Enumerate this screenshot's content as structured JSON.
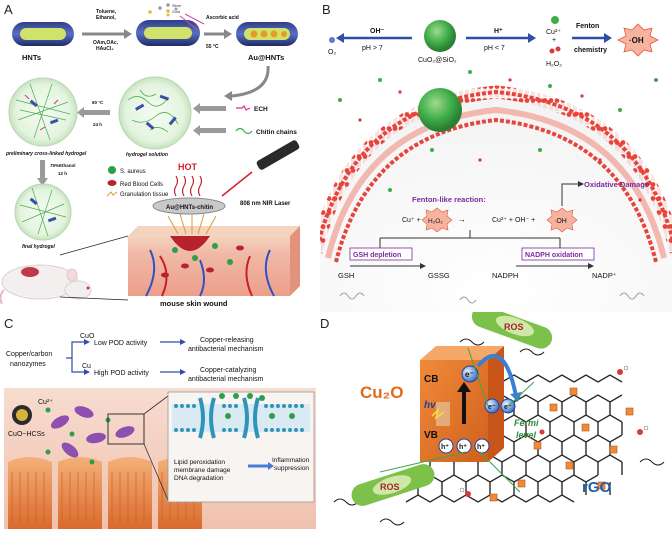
{
  "panels": {
    "a": {
      "label": "A",
      "reagents_1": [
        "Toluene,",
        "Ethanol,",
        "OAm,OAc,",
        "HAuCl₄"
      ],
      "reagents_2": [
        "Ascorbic acid",
        "55 °C"
      ],
      "legend_top": [
        "Silver",
        "Gold"
      ],
      "hnts": "HNTs",
      "au_hnts": "Au@HNTs",
      "cond_1": [
        "60 °C",
        "24 h"
      ],
      "cond_2": [
        "75%Ethanol",
        "12 h"
      ],
      "preliminary": "preliminary cross-linked hydrogel",
      "hydrogel_solution": "hydrogel solution",
      "final": "final hydrogel",
      "ech": "ECH",
      "chitin": "Chitin chains",
      "legend": [
        "S. aureus",
        "Red Blood Cells",
        "Granulation tissue"
      ],
      "hot": "HOT",
      "au_chitin": "Au@HNTs-chitin",
      "laser": "808 nm NIR Laser",
      "wound": "mouse skin wound"
    },
    "b": {
      "label": "B",
      "oh_minus": "OH⁻",
      "ph_gt": "pH > 7",
      "h_plus": "H⁺",
      "ph_lt": "pH < 7",
      "fenton": [
        "Fenton",
        "chemistry"
      ],
      "o2": "O₂",
      "cuo2": "CuO₂@SiO₂",
      "cu2": "Cu²⁺",
      "plus": "+",
      "h2o2": "H₂O₂",
      "oh_rad": "·OH",
      "oxidative": "Oxidative Damage",
      "fenton_like": "Fenton-like reaction:",
      "eq_cu": "Cu⁺ +",
      "eq_h2o2": "H₂O₂",
      "eq_arrow": "→",
      "eq_right": "Cu²⁺ + OH⁻ +",
      "eq_oh": "·OH",
      "gsh_depletion": "GSH depletion",
      "nadph_oxidation": "NADPH oxidation",
      "gsh": "GSH",
      "gssg": "GSSG",
      "nadph": "NADPH",
      "nadp": "NADP⁺"
    },
    "c": {
      "label": "C",
      "root": [
        "Copper/carbon",
        "nanozymes"
      ],
      "cuo": "CuO",
      "low": "Low POD activity",
      "low_mech": [
        "Copper-releasing",
        "antibacterial mechanism"
      ],
      "cu": "Cu",
      "high": "High POD activity",
      "high_mech": [
        "Copper-catalyzing",
        "antibacterial mechanism"
      ],
      "cu2plus": "Cu²⁺",
      "hcss": "CuO~HCSs",
      "damage": [
        "Lipid peroxidation",
        "membrane damage",
        "DNA degradation"
      ],
      "inflammation": [
        "Inflammation",
        "suppression"
      ]
    },
    "d": {
      "label": "D",
      "cu2o": "Cu₂O",
      "cb": "CB",
      "vb": "VB",
      "hv": "hv",
      "e": "e⁻",
      "h": "h⁺",
      "ros": "ROS",
      "fermi": [
        "Fermi",
        "level"
      ],
      "rgo": "rGO"
    }
  },
  "colors": {
    "membrane_head": "#e8443c",
    "membrane_tail": "#f2b8b0",
    "sphere": "#3fae49",
    "purple_text": "#7a2a9c",
    "cu2o_box": "#e8772a",
    "ros_capsule": "#7cc24a",
    "rgo_text": "#1f5fa8",
    "skin_pink": "#f0b9a6"
  }
}
